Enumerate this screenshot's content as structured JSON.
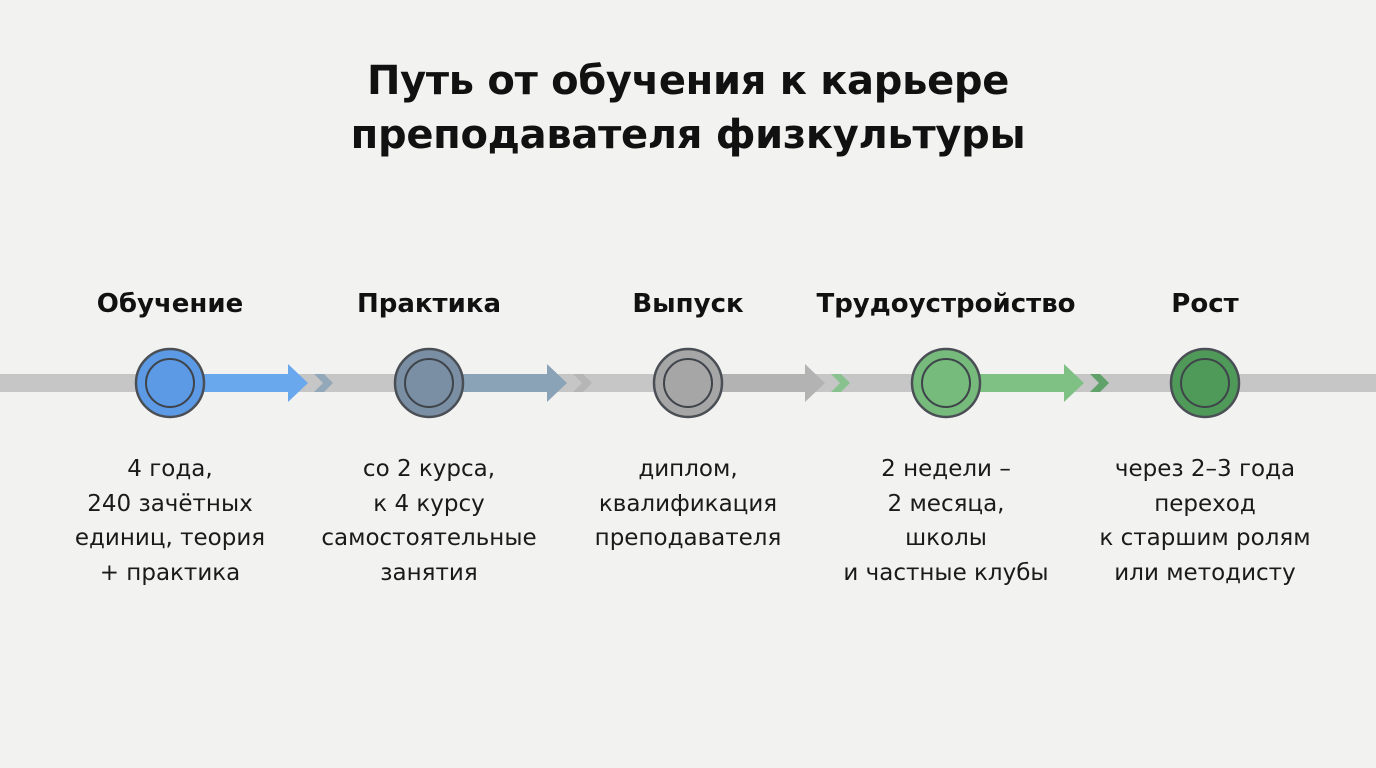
{
  "title": {
    "line1": "Путь от обучения к карьере",
    "line2": "преподавателя физкультуры"
  },
  "colors": {
    "background": "#f2f2f1",
    "track": "#c6c6c6",
    "stage_1": "#5c9ae6",
    "stage_2": "#7a8fa3",
    "stage_3": "#a6a6a6",
    "stage_4": "#76ba7c",
    "stage_5": "#4f9a59"
  },
  "stages": [
    {
      "label": "Обучение",
      "color": "#5c9ae6",
      "arrow_color": "#6aa8ee",
      "description": [
        "4 года,",
        "240 зачётных",
        "единиц, теория",
        "+ практика"
      ]
    },
    {
      "label": "Практика",
      "color": "#7a8fa3",
      "arrow_color": "#8aa3b6",
      "description": [
        "со 2 курса,",
        "к 4 курсу",
        "самостоятельные",
        "занятия"
      ]
    },
    {
      "label": "Выпуск",
      "color": "#a6a6a6",
      "arrow_color": "#b3b3b3",
      "description": [
        "диплом,",
        "квалификация",
        "преподавателя"
      ]
    },
    {
      "label": "Трудоустройство",
      "color": "#76ba7c",
      "arrow_color": "#7fc185",
      "description": [
        "2 недели –",
        "2 месяца,",
        "школы",
        "и частные клубы"
      ]
    },
    {
      "label": "Рост",
      "color": "#4f9a59",
      "arrow_color": "#4f9a59",
      "description": [
        "через 2–3 года",
        "переход",
        "к старшим ролям",
        "или методисту"
      ]
    }
  ]
}
